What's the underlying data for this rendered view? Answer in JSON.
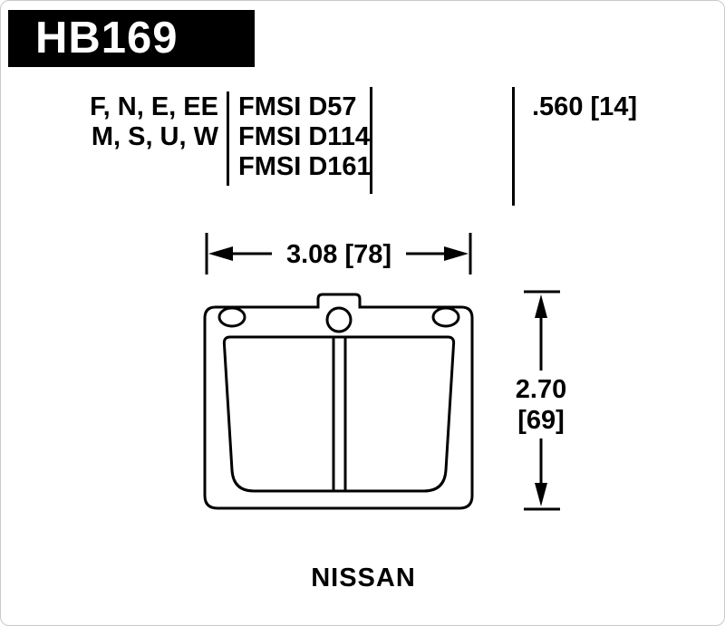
{
  "part_number": "HB169",
  "spec_table": {
    "applications": [
      "F, N, E, EE",
      "M, S, U, W"
    ],
    "fmsi": [
      "FMSI D57",
      "FMSI D114",
      "FMSI D161"
    ],
    "pad_thickness": ".560 [14]"
  },
  "dimensions": {
    "width": "3.08 [78]",
    "height_inches": "2.70",
    "height_mm": "[69]"
  },
  "vehicle_make": "NISSAN",
  "colors": {
    "ink": "#000000",
    "background": "#ffffff"
  }
}
